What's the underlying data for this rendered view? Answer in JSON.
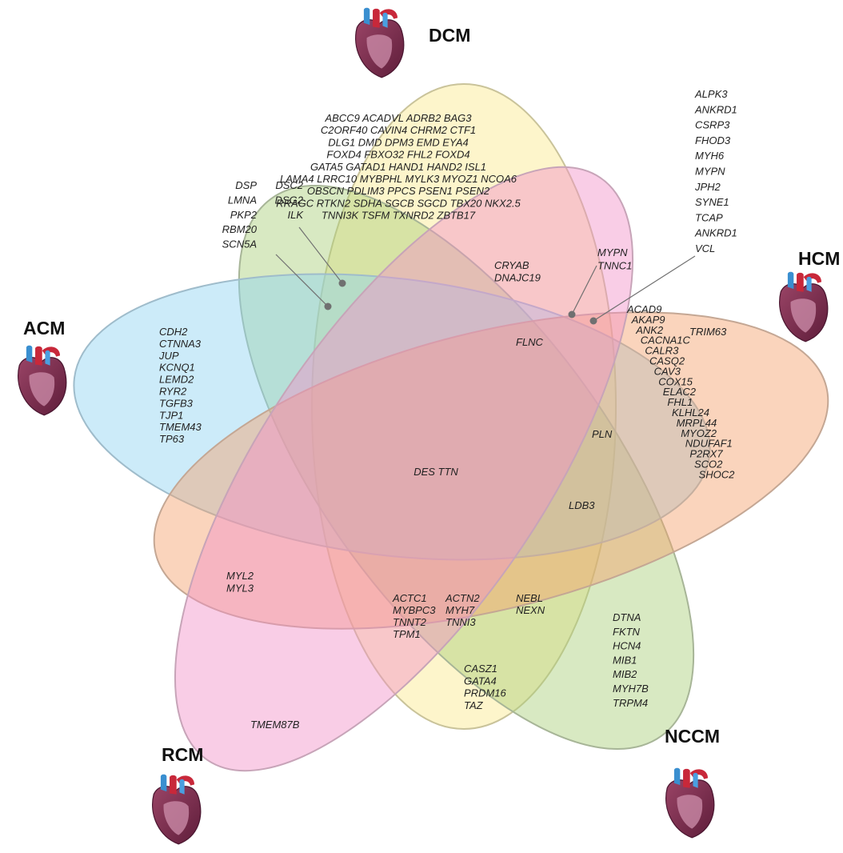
{
  "sets": {
    "dcm": {
      "label": "DCM",
      "fill": "#fbe98c",
      "stroke": "#c9c39a"
    },
    "hcm": {
      "label": "HCM",
      "fill": "#f5a06a",
      "stroke": "#c4a794"
    },
    "acm": {
      "label": "ACM",
      "fill": "#8fd2f2",
      "stroke": "#9fbccb"
    },
    "rcm": {
      "label": "RCM",
      "fill": "#f291c8",
      "stroke": "#c7a4b8"
    },
    "nccm": {
      "label": "NCCM",
      "fill": "#a8cf78",
      "stroke": "#a7b597"
    }
  },
  "heart_icons": {
    "muscle": "#7d2a4e",
    "artery": "#c8283a",
    "vein": "#3a8fd0"
  },
  "regions": {
    "dcm_only": [
      "ABCC9",
      "ACADVL",
      "ADRB2",
      "BAG3",
      "C2ORF40",
      "CAVIN4",
      "CHRM2",
      "CTF1",
      "DLG1",
      "DMD",
      "DPM3",
      "EMD",
      "EYA4",
      "FOXD4",
      "FBXO32",
      "FHL2",
      "FOXD4",
      "GATA5",
      "GATAD1",
      "HAND1",
      "HAND2",
      "ISL1",
      "LAMA4",
      "LRRC10",
      "MYBPHL",
      "MYLK3",
      "MYOZ1",
      "NCOA6",
      "OBSCN",
      "PDLIM3",
      "PPCS",
      "PSEN1",
      "PSEN2",
      "RRAGC",
      "RTKN2",
      "SDHA",
      "SGCB",
      "SGCD",
      "TBX20",
      "NKX2.5",
      "TNNI3K",
      "TSFM",
      "TXNRD2",
      "ZBTB17"
    ],
    "acm_dcm_col1": [
      "DSP",
      "LMNA",
      "PKP2",
      "RBM20",
      "SCN5A"
    ],
    "acm_dcm_col2": [
      "DSC2",
      "DSG2",
      "ILK"
    ],
    "dcm_hcm_callout_small": [
      "MYPN",
      "TNNC1"
    ],
    "dcm_hcm_callout_list": [
      "ALPK3",
      "ANKRD1",
      "CSRP3",
      "FHOD3",
      "MYH6",
      "MYPN",
      "JPH2",
      "SYNE1",
      "TCAP",
      "ANKRD1",
      "VCL"
    ],
    "dcm_hcm_rcm": [
      "CRYAB",
      "DNAJC19"
    ],
    "flnc": "FLNC",
    "hcm_only_col1": [
      "ACAD9",
      "AKAP9",
      "ANK2",
      "CACNA1C",
      "CALR3",
      "CASQ2",
      "CAV3",
      "COX15",
      "ELAC2",
      "FHL1",
      "KLHL24",
      "MRPL44",
      "MYOZ2",
      "NDUFAF1",
      "P2RX7",
      "SCO2",
      "SHOC2"
    ],
    "hcm_only_col2": [
      "TRIM63"
    ],
    "acm_only": [
      "CDH2",
      "CTNNA3",
      "JUP",
      "KCNQ1",
      "LEMD2",
      "RYR2",
      "TGFB3",
      "TJP1",
      "TMEM43",
      "TP63"
    ],
    "pln": "PLN",
    "center": [
      "DES",
      "TTN"
    ],
    "ldb3": "LDB3",
    "rcm_acm": [
      "MYL2",
      "MYL3"
    ],
    "sarcomere_col1": [
      "ACTC1",
      "MYBPC3",
      "TNNT2",
      "TPM1"
    ],
    "sarcomere_col2": [
      "ACTN2",
      "MYH7",
      "TNNI3"
    ],
    "nebl_nexn": [
      "NEBL",
      "NEXN"
    ],
    "nccm_only": [
      "DTNA",
      "FKTN",
      "HCN4",
      "MIB1",
      "MIB2",
      "MYH7B",
      "TRPM4"
    ],
    "dcm_nccm_rcm": [
      "CASZ1",
      "GATA4",
      "PRDM16",
      "TAZ"
    ],
    "rcm_only": [
      "TMEM87B"
    ]
  }
}
